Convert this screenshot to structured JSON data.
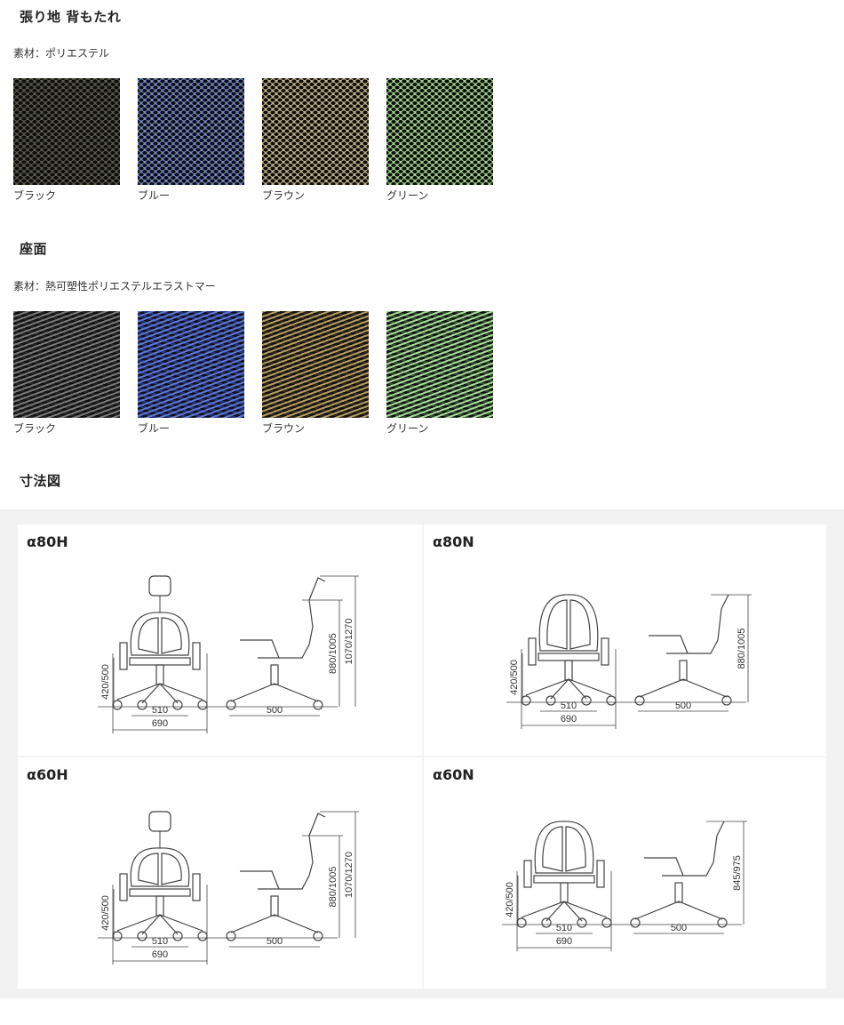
{
  "back": {
    "heading": "張り地 背もたれ",
    "material": "素材：ポリエステル",
    "swatches": [
      {
        "label": "ブラック",
        "color": "#2b2b24",
        "light": "#5a5a48"
      },
      {
        "label": "ブルー",
        "color": "#2a45a0",
        "light": "#6f86c8"
      },
      {
        "label": "ブラウン",
        "color": "#7a6a4e",
        "light": "#bfae86"
      },
      {
        "label": "グリーン",
        "color": "#3e6a34",
        "light": "#9dd08a"
      }
    ]
  },
  "seat": {
    "heading": "座面",
    "material": "素材：熱可塑性ポリエステルエラストマー",
    "swatches": [
      {
        "label": "ブラック",
        "color": "#222",
        "light": "#777"
      },
      {
        "label": "ブルー",
        "color": "#22307a",
        "light": "#5d76d0"
      },
      {
        "label": "ブラウン",
        "color": "#2e2618",
        "light": "#b39a63"
      },
      {
        "label": "グリーン",
        "color": "#2f4a2a",
        "light": "#a6d79a"
      }
    ]
  },
  "dimensions": {
    "heading": "寸法図",
    "models": [
      {
        "name": "α80H",
        "headrest": true,
        "height_label": "1070/1270",
        "depth_label": "880/1005",
        "seat_label": "420/500",
        "w1": "510",
        "w2": "690",
        "d": "500"
      },
      {
        "name": "α80N",
        "headrest": false,
        "height_label": "",
        "depth_label": "880/1005",
        "seat_label": "420/500",
        "w1": "510",
        "w2": "690",
        "d": "500"
      },
      {
        "name": "α60H",
        "headrest": true,
        "height_label": "1070/1270",
        "depth_label": "880/1005",
        "seat_label": "420/500",
        "w1": "510",
        "w2": "690",
        "d": "500"
      },
      {
        "name": "α60N",
        "headrest": false,
        "height_label": "",
        "depth_label": "845/975",
        "seat_label": "420/500",
        "w1": "510",
        "w2": "690",
        "d": "500"
      }
    ]
  }
}
